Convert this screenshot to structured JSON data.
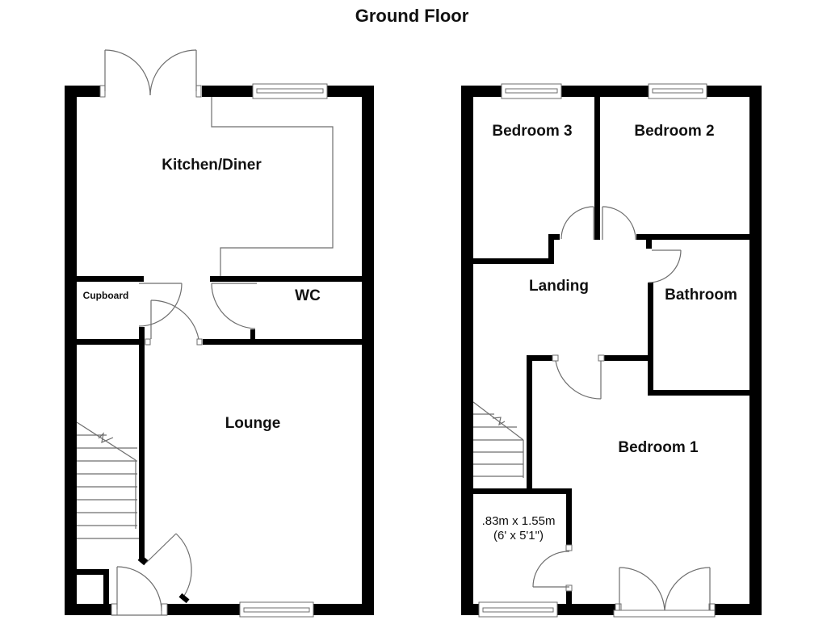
{
  "title": "Ground Floor",
  "plans": {
    "ground": {
      "rooms": {
        "kitchen": "Kitchen/Diner",
        "cupboard": "Cupboard",
        "wc": "WC",
        "lounge": "Lounge"
      }
    },
    "first": {
      "rooms": {
        "bedroom3": "Bedroom 3",
        "bedroom2": "Bedroom 2",
        "landing": "Landing",
        "bathroom": "Bathroom",
        "bedroom1": "Bedroom 1"
      },
      "dimension_metric": ".83m x 1.55m",
      "dimension_imperial": "(6' x 5'1\")"
    }
  },
  "colors": {
    "wall": "#000000",
    "fixture_line": "#6e6e6e",
    "background": "#ffffff"
  }
}
